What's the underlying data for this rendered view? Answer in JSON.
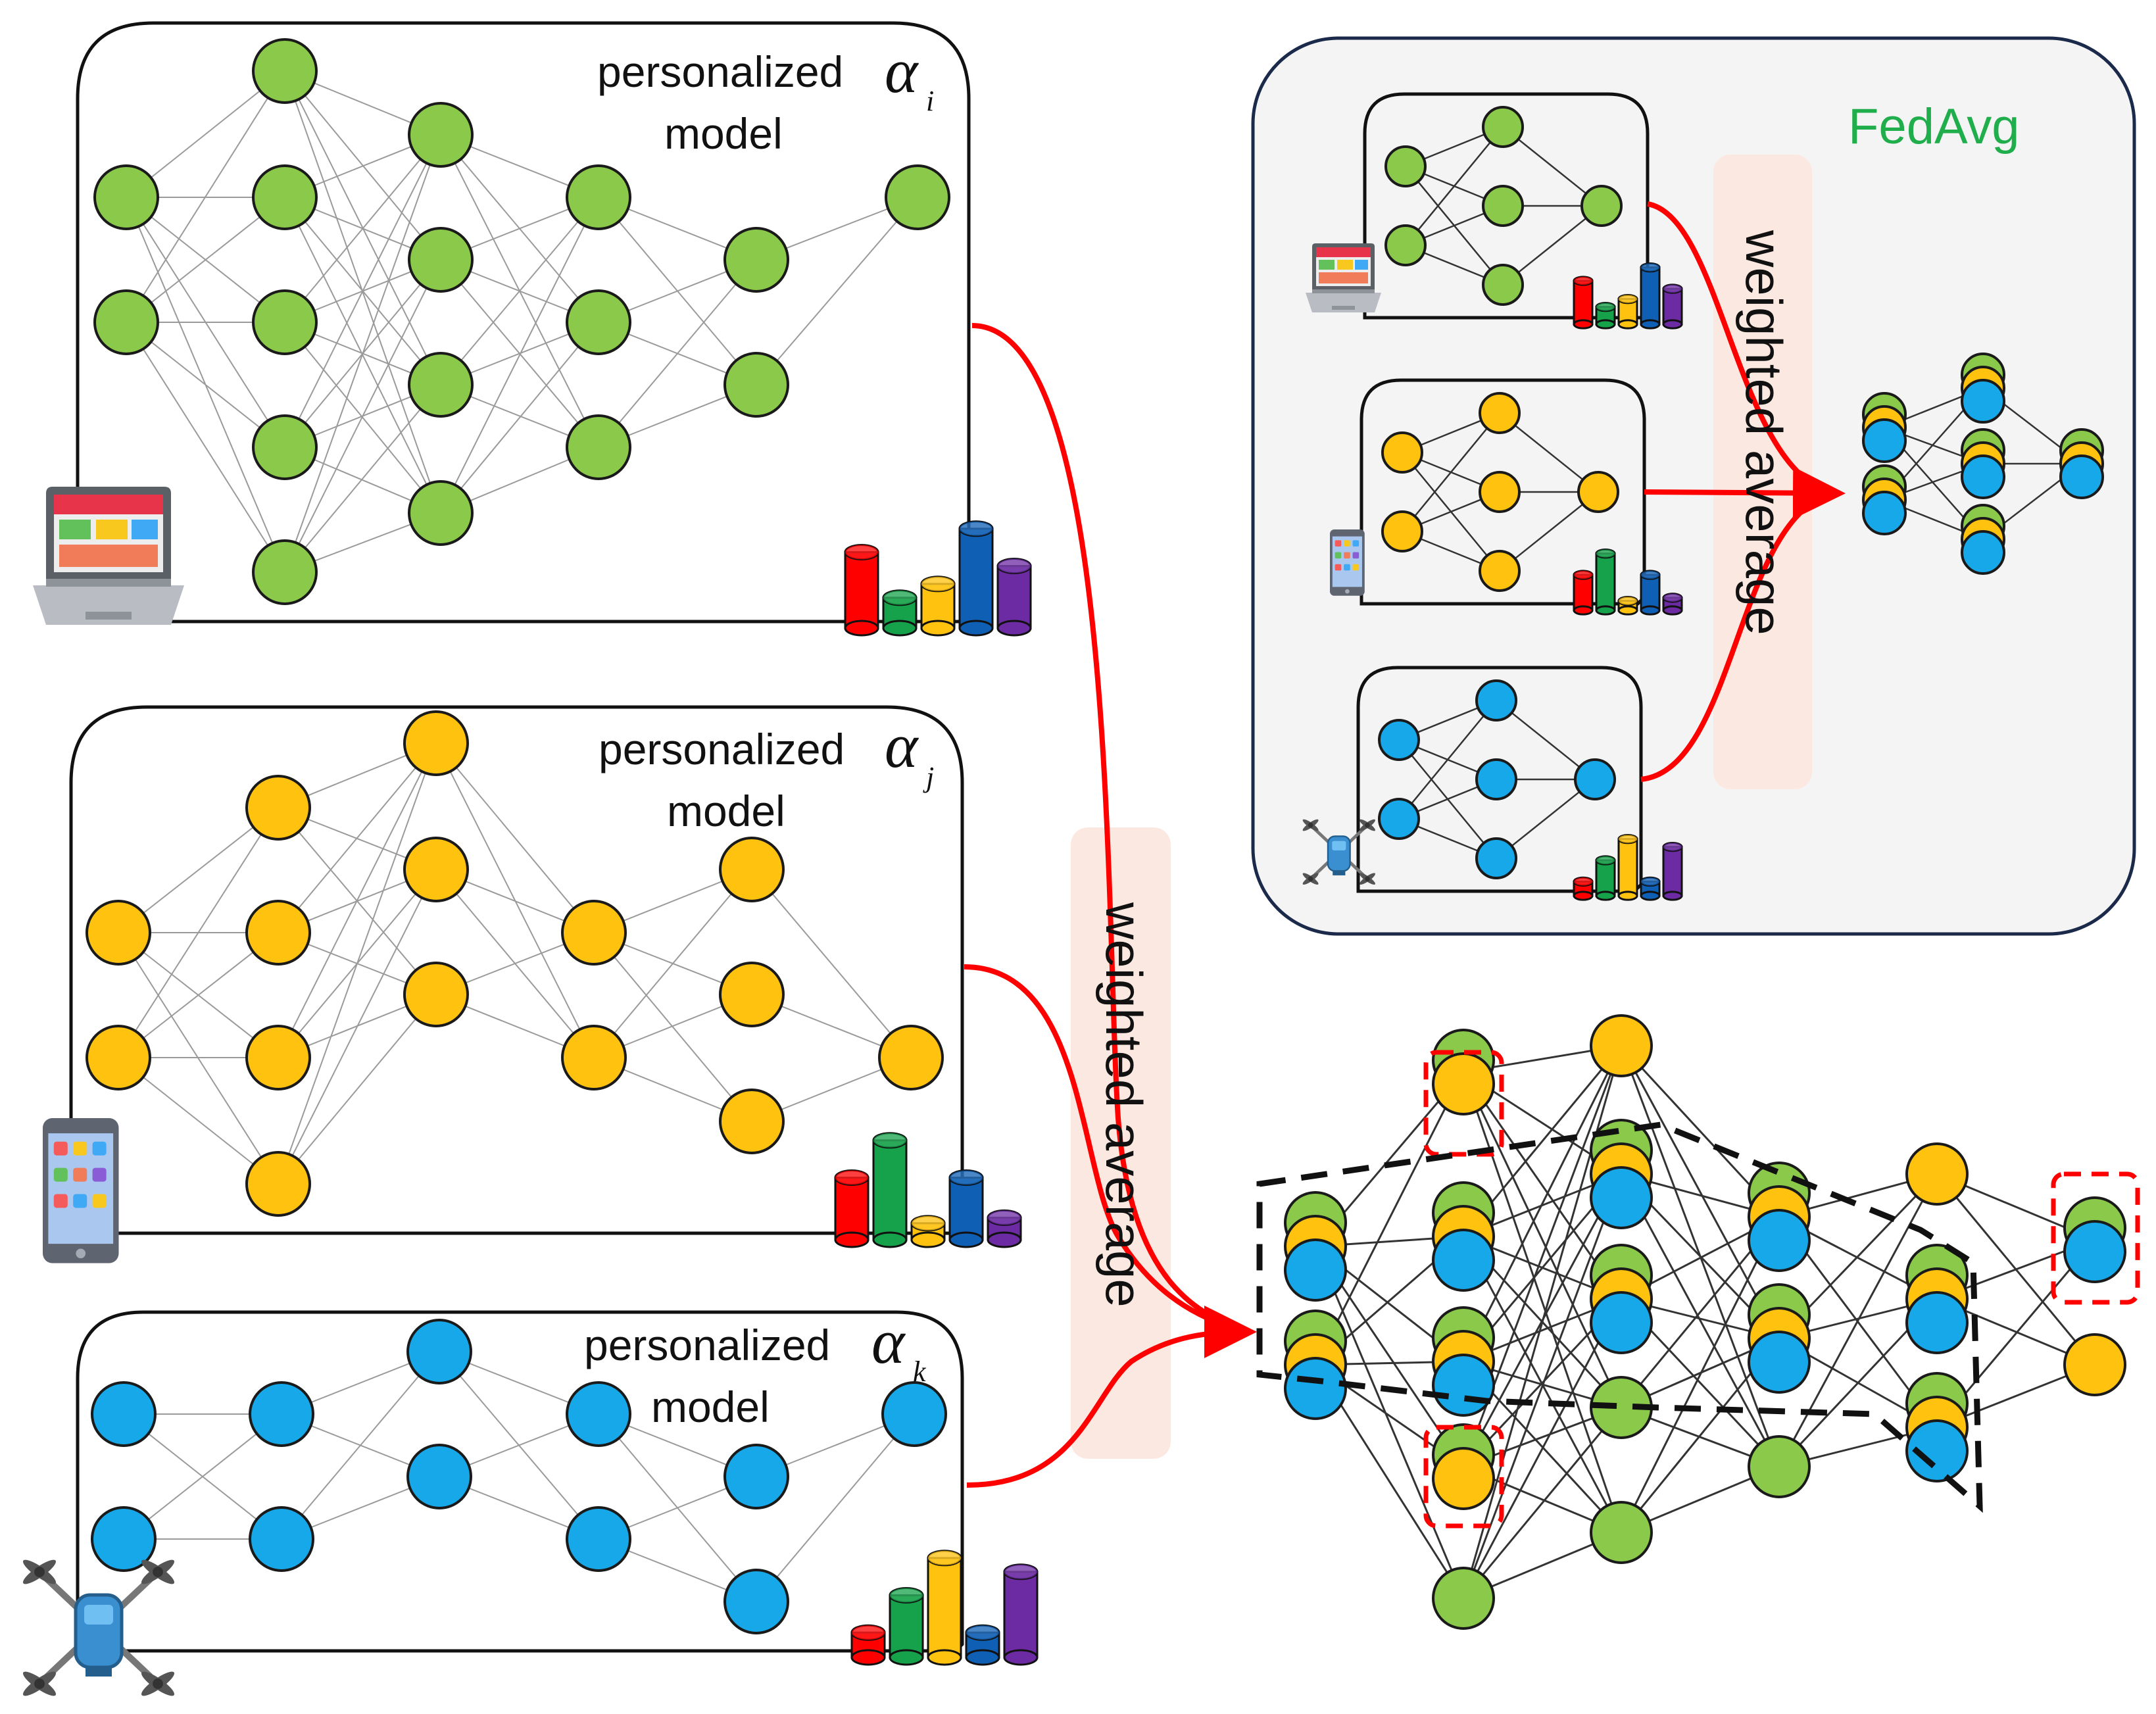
{
  "colors": {
    "green": "#8BC94A",
    "yellow": "#FFC20E",
    "blue": "#16A8E9",
    "red_arrow": "#FF0000",
    "fedavg_text": "#1FAE4B",
    "fedavg_bg": "#F4F4F4",
    "fedavg_border": "#1B2A4A",
    "band": "#FBE9E1",
    "edge": "#9A9A9A",
    "bar_colors": [
      "#FF0000",
      "#16A24A",
      "#FFC20E",
      "#0F5FB4",
      "#6C2BA3"
    ]
  },
  "clients": [
    {
      "id": "laptop",
      "label": "personalized model",
      "label_line1": "personalized",
      "label_line2": "model",
      "alpha_symbol": "α",
      "alpha_subscript": "i",
      "node_color": "green",
      "device_icon": "laptop-icon",
      "bar_heights": [
        0.55,
        0.22,
        0.32,
        0.72,
        0.45
      ]
    },
    {
      "id": "phone",
      "label": "personalized model",
      "label_line1": "personalized",
      "label_line2": "model",
      "alpha_symbol": "α",
      "alpha_subscript": "j",
      "node_color": "yellow",
      "device_icon": "smartphone-icon",
      "bar_heights": [
        0.45,
        0.72,
        0.12,
        0.45,
        0.16
      ]
    },
    {
      "id": "drone",
      "label": "personalized model",
      "label_line1": "personalized",
      "label_line2": "model",
      "alpha_symbol": "α",
      "alpha_subscript": "k",
      "node_color": "blue",
      "device_icon": "drone-icon",
      "bar_heights": [
        0.18,
        0.45,
        0.72,
        0.18,
        0.62
      ]
    }
  ],
  "weighted_average_label": "weighted average",
  "fedavg": {
    "title": "FedAvg",
    "weighted_average_label": "weighted average",
    "clients": [
      {
        "node_color": "green",
        "device_icon": "laptop-icon",
        "bar_heights": [
          0.55,
          0.22,
          0.32,
          0.72,
          0.45
        ]
      },
      {
        "node_color": "yellow",
        "device_icon": "smartphone-icon",
        "bar_heights": [
          0.45,
          0.72,
          0.12,
          0.45,
          0.16
        ]
      },
      {
        "node_color": "blue",
        "device_icon": "drone-icon",
        "bar_heights": [
          0.18,
          0.45,
          0.72,
          0.18,
          0.62
        ]
      }
    ]
  }
}
